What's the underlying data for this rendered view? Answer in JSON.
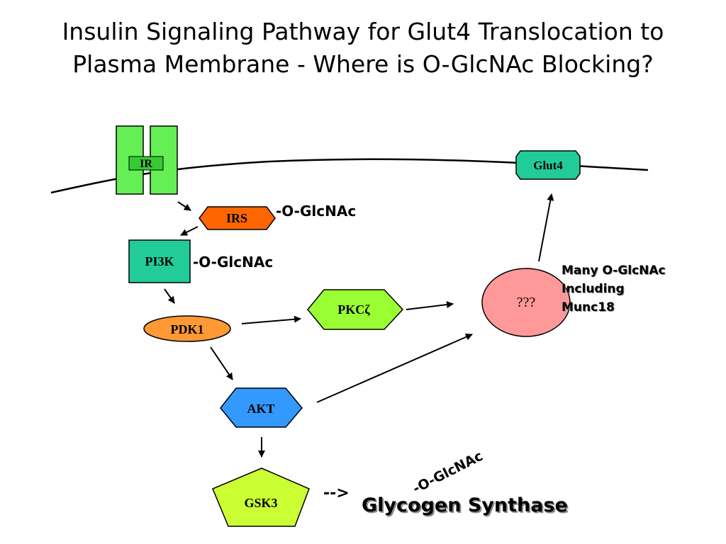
{
  "title_line1": "Insulin Signaling Pathway for Glut4 Translocation to",
  "title_line2": "Plasma Membrane - Where is O-GlcNAc Blocking?",
  "nodes": {
    "ir": "IR",
    "irs": "IRS",
    "pi3k": "PI3K",
    "pdk1": "PDK1",
    "pkcz": "PKCζ",
    "akt": "AKT",
    "gsk3": "GSK3",
    "unknown": "???",
    "glut4": "Glut4"
  },
  "annotations": {
    "irs_mod": "-O-GlcNAc",
    "pi3k_mod": "-O-GlcNAc",
    "many_line1": "Many O-GlcNAc",
    "many_line2": "Including",
    "many_line3": "Munc18",
    "dashed_arrow": "-->",
    "gs_mod": "-O-GlcNAc",
    "glycogen_synthase": "Glycogen Synthase"
  },
  "colors": {
    "ir": "#66ee55",
    "irs": "#ff6600",
    "pi3k": "#22cc99",
    "pdk1": "#ff9933",
    "pkcz": "#99ff33",
    "akt": "#3399ff",
    "gsk3": "#ccff33",
    "unknown": "#ff9999",
    "glut4": "#22cc99"
  }
}
